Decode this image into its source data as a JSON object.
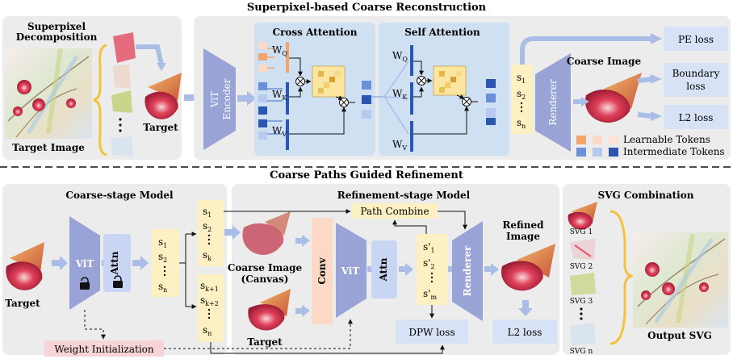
{
  "top": {
    "title": "Superpixel-based Coarse Reconstruction",
    "superpixel_title_1": "Superpixel",
    "superpixel_title_2": "Decomposition",
    "target_image_label": "Target Image",
    "target_label": "Target",
    "vit_encoder_1": "ViT",
    "vit_encoder_2": "Encoder",
    "cross_attention": "Cross Attention",
    "self_attention": "Self Attention",
    "wq": "W",
    "wq_sub": "Q",
    "wk": "W",
    "wk_sub": "K",
    "wv": "W",
    "wv_sub": "V",
    "tokens": [
      "s",
      "s",
      "s"
    ],
    "token_subs": [
      "1",
      "2",
      "n"
    ],
    "renderer": "Renderer",
    "coarse_image": "Coarse Image",
    "losses": [
      "PE loss",
      "Boundary",
      "loss",
      "L2 loss"
    ],
    "legend_learnable": "Learnable Tokens",
    "legend_intermediate": "Intermediate Tokens"
  },
  "bottom": {
    "title": "Coarse Paths Guided Refinement",
    "coarse_stage": "Coarse-stage Model",
    "refinement_stage": "Refinement-stage Model",
    "svg_combination": "SVG Combination",
    "target_label": "Target",
    "vit": "ViT",
    "attn": "Attn",
    "tokens_a": [
      "s",
      "s",
      "s"
    ],
    "tokens_a_subs": [
      "1",
      "2",
      "n"
    ],
    "tokens_b": [
      "s",
      "s",
      "s"
    ],
    "tokens_b_subs": [
      "1",
      "2",
      "k"
    ],
    "tokens_c": [
      "s",
      "s",
      "s"
    ],
    "tokens_c_subs": [
      "k+1",
      "k+2",
      "n"
    ],
    "coarse_image_1": "Coarse Image",
    "coarse_image_2": "(Canvas)",
    "target2": "Target",
    "conv": "Conv",
    "path_combine": "Path Combine",
    "tokens_d": [
      "s'",
      "s'",
      "s'"
    ],
    "tokens_d_subs": [
      "1",
      "2",
      "m"
    ],
    "renderer": "Renderer",
    "refined_1": "Refined",
    "refined_2": "Image",
    "dpw_loss": "DPW loss",
    "l2_loss": "L2 loss",
    "weight_init": "Weight Initialization",
    "svg_labels": [
      "SVG 1",
      "SVG 2",
      "SVG 3",
      "SVG n"
    ],
    "output_svg": "Output SVG"
  },
  "colors": {
    "panel": "#ececec",
    "attention_panel": "#cfe0f3",
    "encoder": "#9aa3d6",
    "token": "#fdf1c4",
    "loss_box": "#d8e2f6",
    "attn_box": "#c9d6f3",
    "conv": "#fbd9c4",
    "weight_init": "#f9d4d6",
    "arrow": "#a9bde6",
    "dark_blue": "#2c57b0",
    "mid_blue": "#6b8fd8",
    "light_blue": "#b7c9ee",
    "orange": "#f4a56c",
    "bracket": "#f3c23b"
  }
}
